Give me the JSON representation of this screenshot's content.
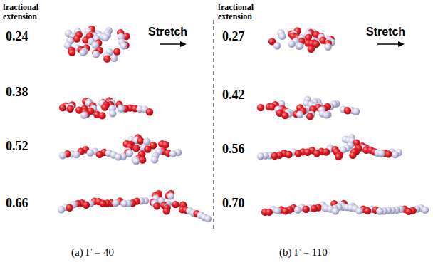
{
  "diagram": {
    "labels": [
      "fractional extension",
      "Stretch",
      "0.24",
      "0.38",
      "0.52",
      "0.66",
      "(a)  Γ = 40",
      "fractional extension",
      "Stretch",
      "0.27",
      "0.42",
      "0.56",
      "0.70",
      "(b)  Γ = 110"
    ]
  }
}
